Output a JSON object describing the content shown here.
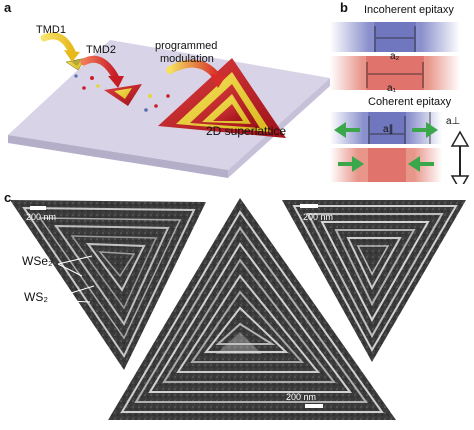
{
  "figure": {
    "panel_a": {
      "label": "a",
      "tmd1": "TMD1",
      "tmd2": "TMD2",
      "programmed": "programmed",
      "modulation": "modulation",
      "superlattice": "2D superlattice"
    },
    "panel_b": {
      "label": "b",
      "incoherent_title": "Incoherent epitaxy",
      "coherent_title": "Coherent epitaxy",
      "a2": "a₂",
      "a1": "a₁",
      "a_par": "a∥",
      "a_perp": "a⊥"
    },
    "panel_c": {
      "label": "c",
      "scale_left": "200 nm",
      "scale_center": "200 nm",
      "scale_right": "200 nm",
      "wse2": "WSe₂",
      "ws2": "WS₂"
    }
  },
  "colors": {
    "substrate_top": "#d8d3e6",
    "substrate_side": "#b9b3cc",
    "tmd_red": "#c8202a",
    "tmd_yellow": "#e8d43a",
    "blue_lattice": "#7e86c8",
    "red_lattice": "#e58a80",
    "arrow_green": "#3aa84a"
  }
}
